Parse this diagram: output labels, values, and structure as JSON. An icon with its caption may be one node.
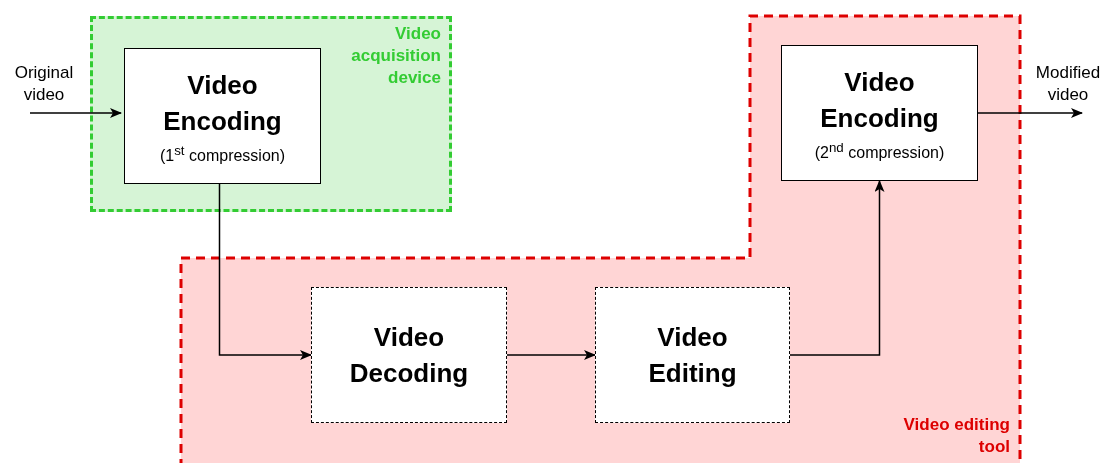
{
  "diagram": {
    "nodes": [
      {
        "text": [
          "Video acquisition device"
        ]
      },
      {
        "text": [
          "Video Encoding",
          "(1$^{st}$ compression)"
        ],
        "in": 0
      },
      {
        "text": [
          "Video editing tool"
        ]
      },
      {
        "text": [
          "Video Encoding",
          "(2$^{nd}$ compression)"
        ],
        "in": 2
      },
      {
        "text": [
          "Video Decoding"
        ],
        "in": 2
      },
      {
        "text": [
          "Video Editing"
        ],
        "in": 2
      },
      {
        "text": [
          "Original video"
        ]
      },
      {
        "text": [
          "Modified video"
        ]
      }
    ],
    "edges": [
      {
        "from": 6,
        "to": 1,
        "arrow": "to"
      },
      {
        "from": 1,
        "to": 4,
        "arrow": "to"
      },
      {
        "from": 4,
        "to": 5,
        "arrow": "to"
      },
      {
        "from": 5,
        "to": 3,
        "arrow": "to"
      },
      {
        "from": 3,
        "to": 7,
        "arrow": "to"
      }
    ]
  }
}
